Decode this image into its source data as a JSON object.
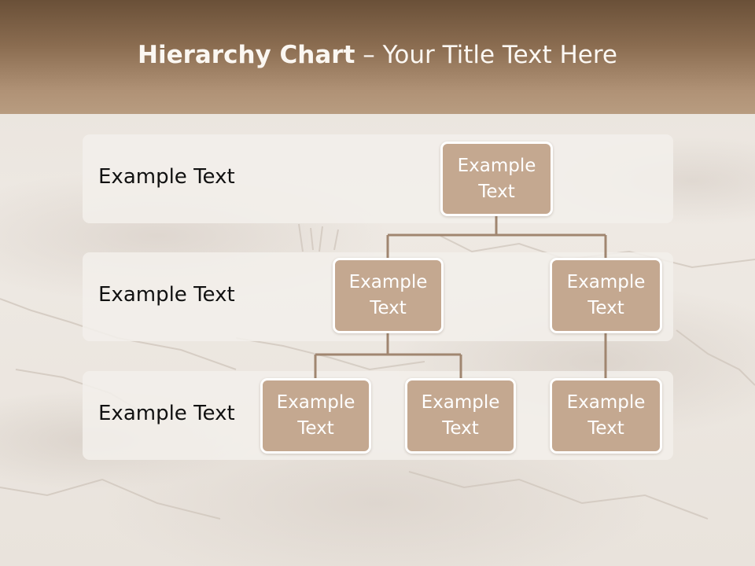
{
  "title": {
    "bold": "Hierarchy Chart",
    "rest": " – Your Title Text Here"
  },
  "levels": [
    {
      "label": "Example Text"
    },
    {
      "label": "Example Text"
    },
    {
      "label": "Example Text"
    }
  ],
  "nodes": [
    {
      "text": "Example Text"
    },
    {
      "text": "Example Text"
    },
    {
      "text": "Example Text"
    },
    {
      "text": "Example Text"
    },
    {
      "text": "Example Text"
    },
    {
      "text": "Example Text"
    }
  ],
  "colors": {
    "header_dark": "#6a5038",
    "header_light": "#b89c80",
    "node_fill": "#c4a890",
    "connector": "#a08670",
    "band_fill": "#f3efea"
  }
}
